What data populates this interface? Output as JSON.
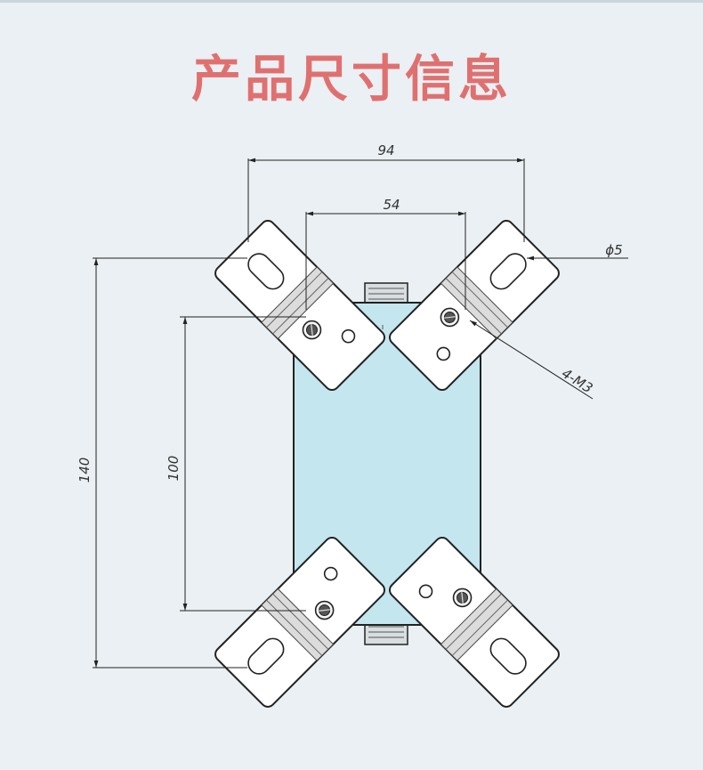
{
  "title": "产品尺寸信息",
  "dimensions": {
    "width_outer": "94",
    "width_inner": "54",
    "height_outer": "140",
    "height_inner": "100",
    "hole_diameter": "ϕ5",
    "screw_label": "4-M3"
  },
  "colors": {
    "title": "#e07070",
    "body_fill": "#c4e6ef",
    "background": "#eaf0f3"
  }
}
